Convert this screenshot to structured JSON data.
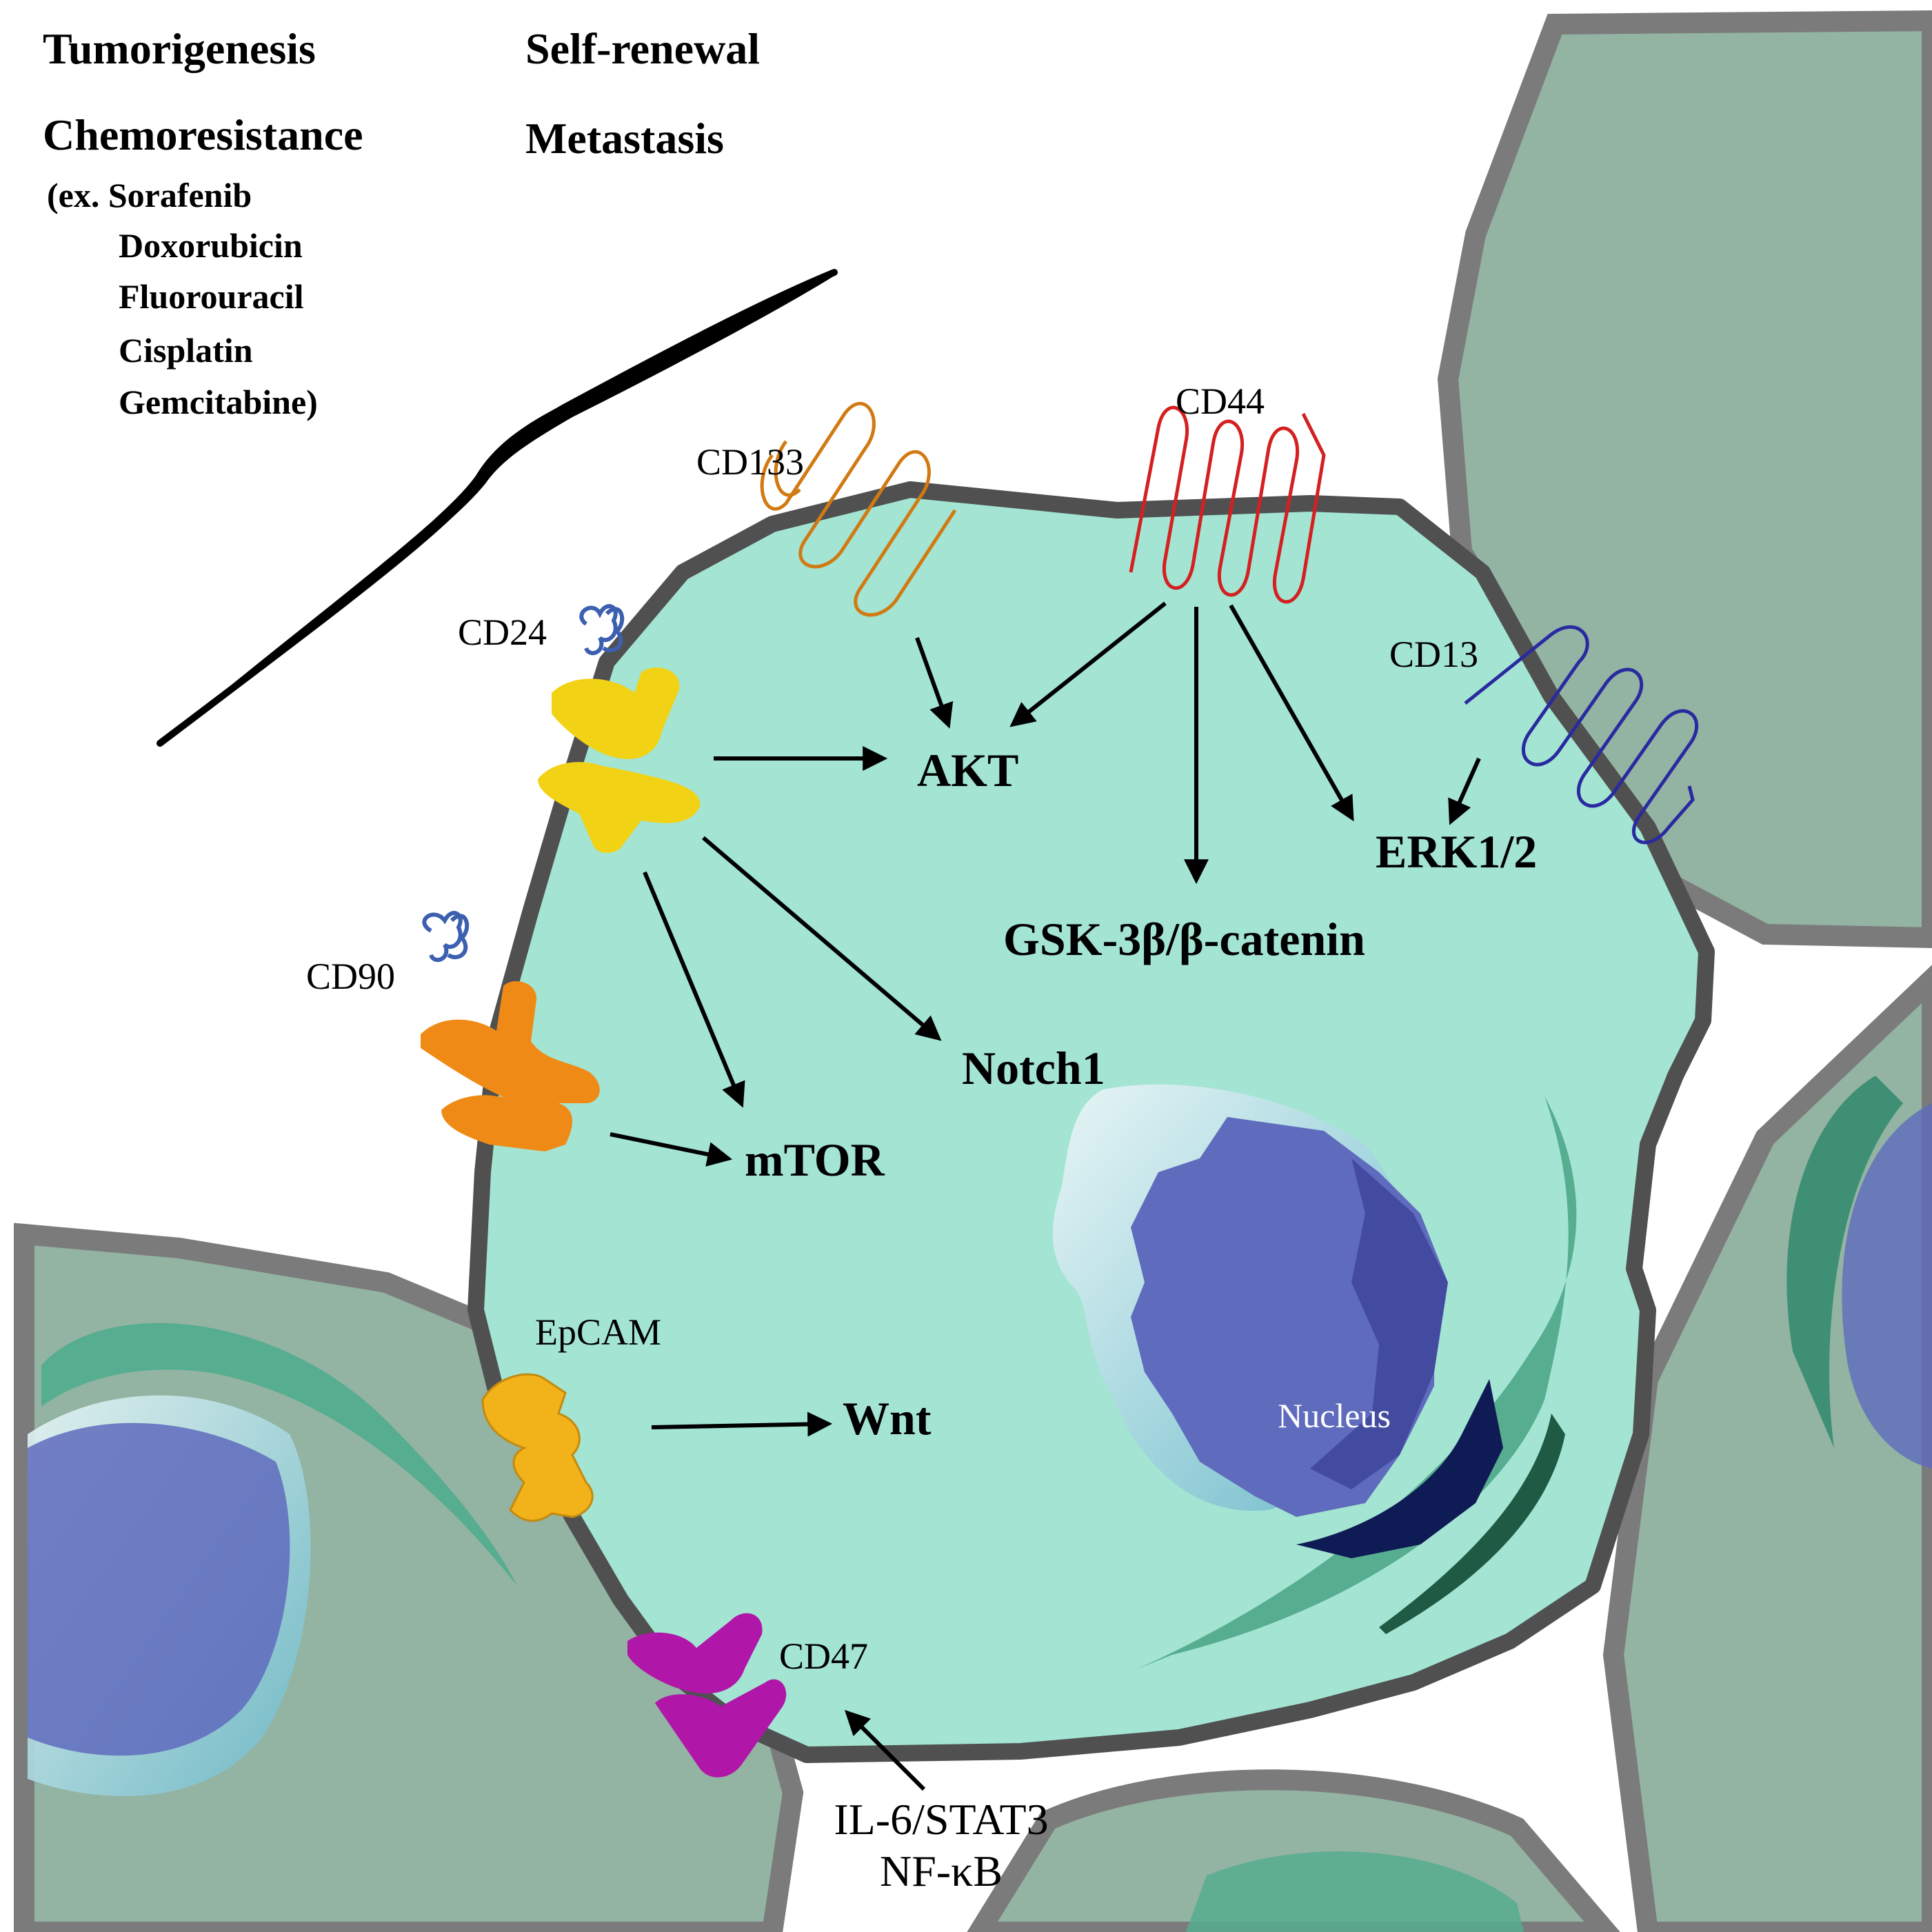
{
  "outcomes": {
    "tumorigenesis": "Tumorigenesis",
    "self_renewal": "Self-renewal",
    "chemoresistance": "Chemoresistance",
    "metastasis": "Metastasis",
    "drugs": [
      "(ex. Sorafenib",
      "Doxorubicin",
      "Fluorouracil",
      "Cisplatin",
      "Gemcitabine)"
    ]
  },
  "markers": {
    "cd133": "CD133",
    "cd44": "CD44",
    "cd24": "CD24",
    "cd13": "CD13",
    "cd90": "CD90",
    "epcam": "EpCAM",
    "cd47": "CD47"
  },
  "pathways": {
    "akt": "AKT",
    "erk": "ERK1/2",
    "gsk": "GSK-3β/β-catenin",
    "notch": "Notch1",
    "mtor": "mTOR",
    "wnt": "Wnt"
  },
  "upstream": [
    "IL-6/STAT3",
    "NF-κB"
  ],
  "nucleus_label": "Nucleus",
  "colors": {
    "cytoplasm": "#a3e4d2",
    "membrane": "#505050",
    "neighbor_cell": "#93b3a3",
    "nucleus": "#5f6bbd",
    "er": "#56ad8f",
    "cd24": "#f2d214",
    "cd90": "#f08a16",
    "epcam": "#f2b31a",
    "cd47": "#b016a8",
    "cd44": "#d42020",
    "cd133": "#d17a12",
    "cd13": "#2a2aa0"
  }
}
